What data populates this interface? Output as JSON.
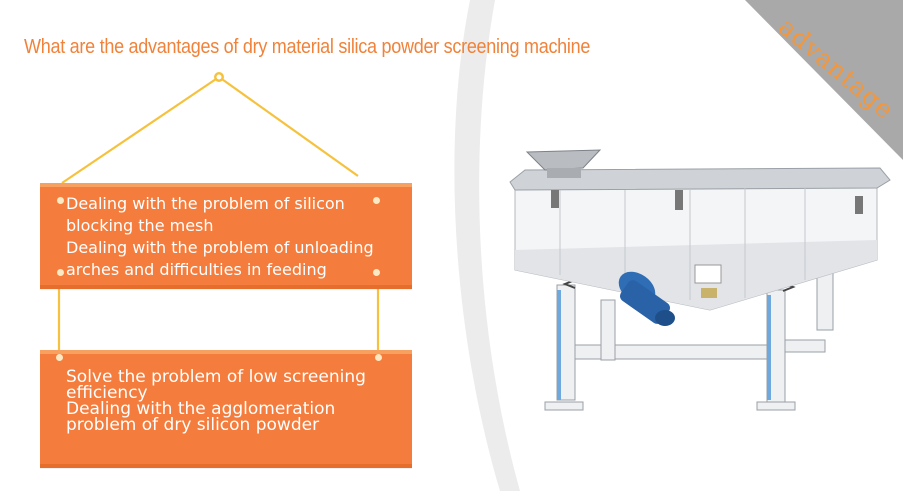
{
  "title": "What are the advantages of dry material silica powder screening machine",
  "corner_label": "advantage",
  "colors": {
    "accent": "#f47c3c",
    "title": "#f0823a",
    "string": "#f6c23d",
    "corner_bg": "#a9a9a9"
  },
  "panels": [
    {
      "lines": [
        "Dealing with the problem of silicon",
        "blocking the mesh",
        "Dealing with the problem of unloading",
        "arches and difficulties in feeding"
      ]
    },
    {
      "lines": [
        "Solve the problem of low screening",
        "efficiency",
        "Dealing with the agglomeration",
        "problem of dry silicon powder"
      ]
    }
  ]
}
